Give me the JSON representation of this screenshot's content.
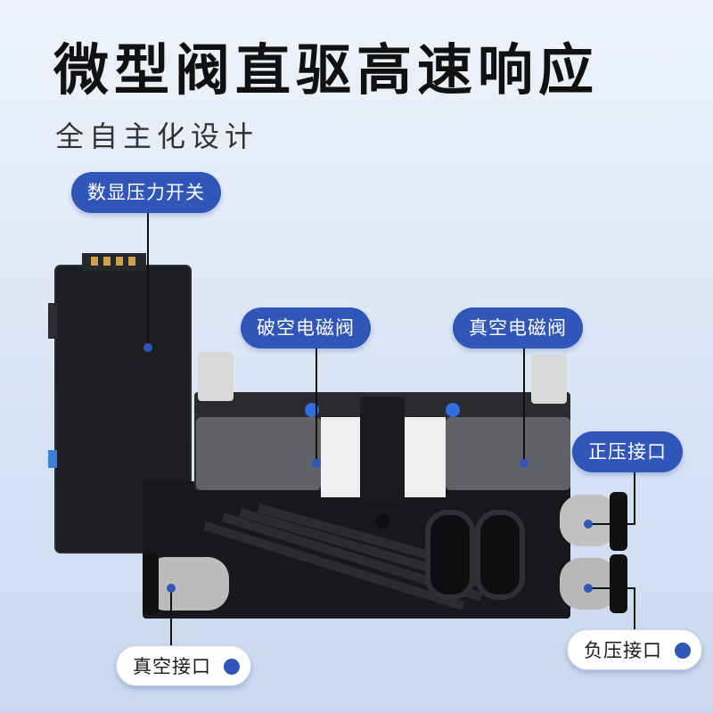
{
  "heading": {
    "title": "微型阀直驱高速响应",
    "subtitle": "全自主化设计"
  },
  "callouts": {
    "pressure_switch": "数显压力开关",
    "vacuum_break_valve": "破空电磁阀",
    "vacuum_valve": "真空电磁阀",
    "positive_port": "正压接口",
    "negative_port": "负压接口",
    "vacuum_port": "真空接口"
  },
  "colors": {
    "accent": "#2f56b8",
    "body_dark": "#1b1c1f",
    "coil_gray": "#5f6166",
    "housing_white": "#f1f1f1"
  }
}
